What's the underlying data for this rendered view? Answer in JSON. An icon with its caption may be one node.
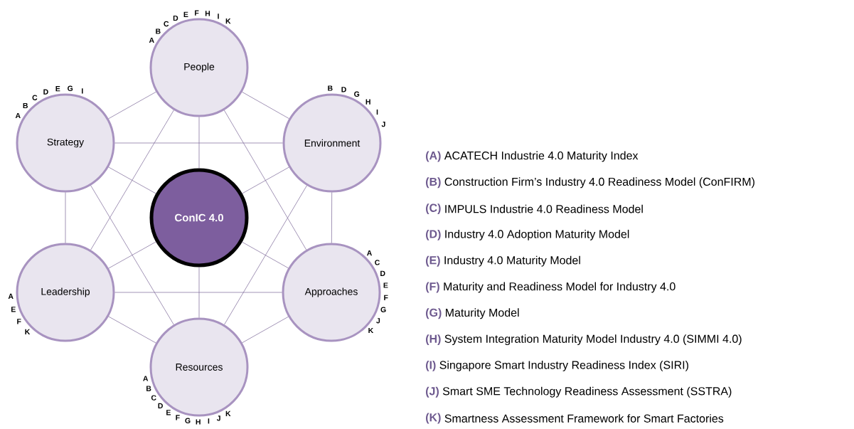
{
  "diagram": {
    "nodes": [
      {
        "text": [
          "People"
        ],
        "beside": [
          "A",
          "B",
          "C",
          "D",
          "E",
          "F",
          "H",
          "I",
          "K"
        ]
      },
      {
        "text": [
          "Environment"
        ],
        "beside": [
          "B",
          "D",
          "G",
          "H",
          "I",
          "J"
        ]
      },
      {
        "text": [
          "Approaches"
        ],
        "beside": [
          "A",
          "C",
          "D",
          "E",
          "F",
          "G",
          "J",
          "K"
        ]
      },
      {
        "text": [
          "Resources"
        ],
        "beside": [
          "A",
          "B",
          "C",
          "D",
          "E",
          "F",
          "G",
          "H",
          "I",
          "J",
          "K"
        ]
      },
      {
        "text": [
          "Leadership"
        ],
        "beside": [
          "A",
          "E",
          "F",
          "K"
        ]
      },
      {
        "text": [
          "Strategy"
        ],
        "beside": [
          "A",
          "B",
          "C",
          "D",
          "E",
          "G",
          "I"
        ]
      },
      {
        "text": [
          "ConIC 4.0"
        ]
      }
    ],
    "edges": [
      {
        "from": 0,
        "to": 1,
        "arrow": "none"
      },
      {
        "from": 1,
        "to": 2,
        "arrow": "none"
      },
      {
        "from": 2,
        "to": 3,
        "arrow": "none"
      },
      {
        "from": 3,
        "to": 4,
        "arrow": "none"
      },
      {
        "from": 4,
        "to": 5,
        "arrow": "none"
      },
      {
        "from": 5,
        "to": 0,
        "arrow": "none"
      },
      {
        "from": 0,
        "to": 2,
        "arrow": "none"
      },
      {
        "from": 0,
        "to": 4,
        "arrow": "none"
      },
      {
        "from": 1,
        "to": 3,
        "arrow": "none"
      },
      {
        "from": 1,
        "to": 5,
        "arrow": "none"
      },
      {
        "from": 2,
        "to": 4,
        "arrow": "none"
      },
      {
        "from": 3,
        "to": 5,
        "arrow": "none"
      },
      {
        "from": 6,
        "to": 0,
        "arrow": "none"
      },
      {
        "from": 6,
        "to": 1,
        "arrow": "none"
      },
      {
        "from": 6,
        "to": 2,
        "arrow": "none"
      },
      {
        "from": 6,
        "to": 3,
        "arrow": "none"
      },
      {
        "from": 6,
        "to": 4,
        "arrow": "none"
      },
      {
        "from": 6,
        "to": 5,
        "arrow": "none"
      }
    ],
    "labels": [
      "(A)",
      "ACATECH Industrie 4.0 Maturity Index",
      "(B)",
      "Construction Firm’s Industry 4.0 Readiness Model (ConFIRM)",
      "(C)",
      "IMPULS Industrie 4.0 Readiness Model",
      "(D)",
      "Industry 4.0 Adoption Maturity Model",
      "(E)",
      "Industry 4.0 Maturity Model",
      "(F)",
      "Maturity and Readiness Model for Industry 4.0",
      "(G)",
      "Maturity Model",
      "(H)",
      "System Integration Maturity Model Industry 4.0 (SIMMI 4.0)",
      "(I)",
      "Singapore Smart Industry Readiness Index (SIRI)",
      "(J)",
      "Smart SME Technology Readiness Assessment (SSTRA)",
      "(K)",
      "Smartness Assessment Framework for Smart Factories"
    ]
  }
}
